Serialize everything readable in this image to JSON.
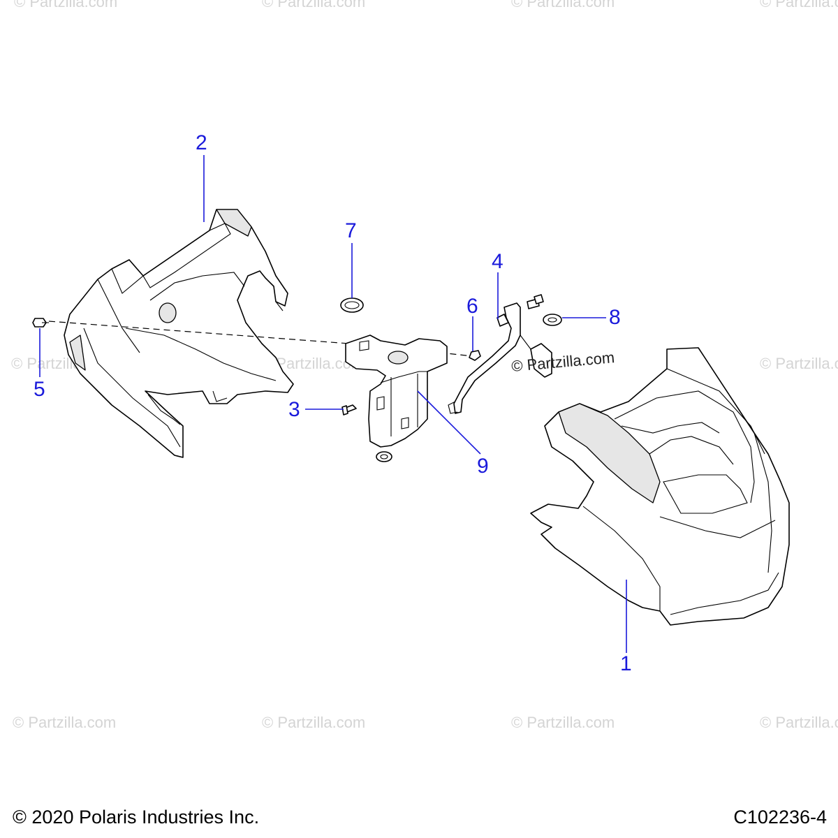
{
  "footer": {
    "copyright": "© 2020 Polaris Industries Inc.",
    "figure_id": "C102236-4"
  },
  "watermark": {
    "text": "© Partzilla.com",
    "color": "#d4d4d4",
    "featured_color": "#222222"
  },
  "callouts": [
    {
      "number": "1",
      "part": "headlight-housing"
    },
    {
      "number": "2",
      "part": "front-cowl-upper"
    },
    {
      "number": "3",
      "part": "screw"
    },
    {
      "number": "4",
      "part": "support-bracket"
    },
    {
      "number": "5",
      "part": "push-rivet"
    },
    {
      "number": "6",
      "part": "nut"
    },
    {
      "number": "7",
      "part": "grommet"
    },
    {
      "number": "8",
      "part": "washer"
    },
    {
      "number": "9",
      "part": "mount-bracket"
    }
  ],
  "colors": {
    "callout": "#1a1adb",
    "line_art": "#000000",
    "background": "#ffffff"
  }
}
